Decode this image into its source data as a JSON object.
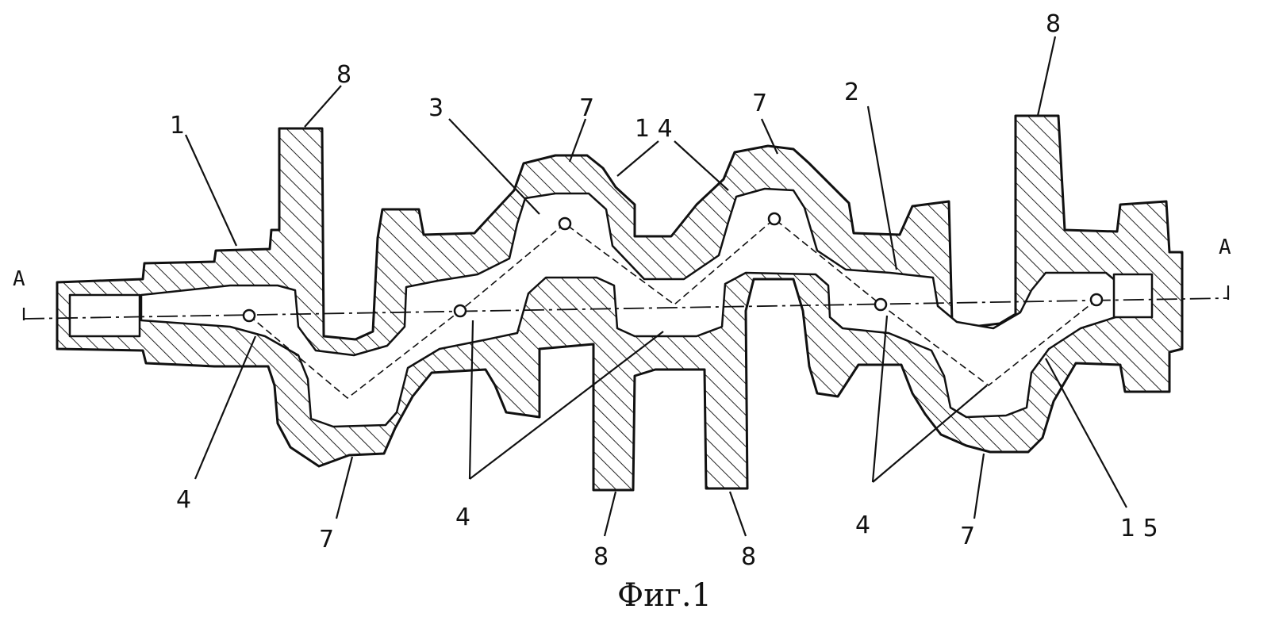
{
  "figure": {
    "caption": "Фиг.1",
    "section_marks": {
      "left": "A",
      "right": "A"
    },
    "labels": {
      "n1": "1",
      "n2": "2",
      "n3": "3",
      "n4a": "4",
      "n4b": "4",
      "n4c": "4",
      "n7a": "7",
      "n7b": "7",
      "n7c": "7",
      "n7d": "7",
      "n8a": "8",
      "n8b": "8",
      "n8c": "8",
      "n8d": "8",
      "n14": "1 4",
      "n15": "1 5"
    }
  }
}
